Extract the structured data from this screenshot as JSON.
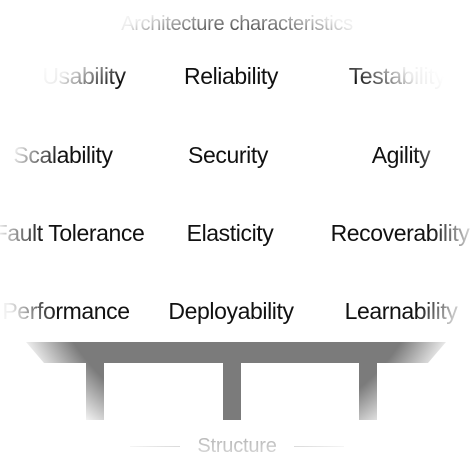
{
  "title": "Architecture characteristics",
  "characteristics": [
    [
      "Usability",
      "Reliability",
      "Testability"
    ],
    [
      "Scalability",
      "Security",
      "Agility"
    ],
    [
      "Fault Tolerance",
      "Elasticity",
      "Recoverability"
    ],
    [
      "Performance",
      "Deployability",
      "Learnability"
    ]
  ],
  "foundation_label": "Structure",
  "colors": {
    "text": "#111111",
    "structure": "#7b7b7b",
    "muted": "#a9a9a9"
  }
}
